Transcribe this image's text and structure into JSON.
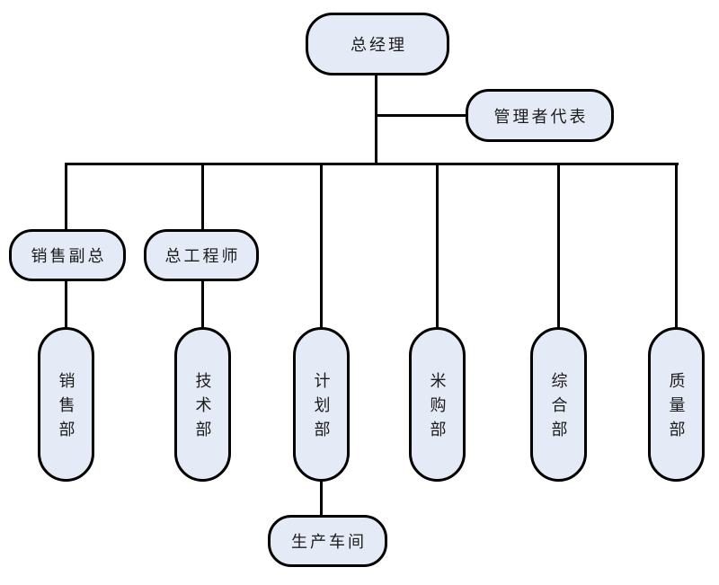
{
  "diagram": {
    "type": "org-chart",
    "nodes": {
      "ceo": {
        "label": "总经理"
      },
      "mgmt_rep": {
        "label": "管理者代表"
      },
      "sales_vp": {
        "label": "销售副总"
      },
      "chief_engineer": {
        "label": "总工程师"
      },
      "sales_dept": {
        "label": "销售部"
      },
      "tech_dept": {
        "label": "技术部"
      },
      "planning_dept": {
        "label": "计划部"
      },
      "purchasing_dept": {
        "label": "米购部"
      },
      "general_dept": {
        "label": "综合部"
      },
      "quality_dept": {
        "label": "质量部"
      },
      "production_workshop": {
        "label": "生产车间"
      }
    },
    "edges": [
      {
        "from": "ceo",
        "to": "mgmt_rep"
      },
      {
        "from": "ceo",
        "to": "sales_vp"
      },
      {
        "from": "ceo",
        "to": "chief_engineer"
      },
      {
        "from": "ceo",
        "to": "planning_dept"
      },
      {
        "from": "ceo",
        "to": "purchasing_dept"
      },
      {
        "from": "ceo",
        "to": "general_dept"
      },
      {
        "from": "ceo",
        "to": "quality_dept"
      },
      {
        "from": "sales_vp",
        "to": "sales_dept"
      },
      {
        "from": "chief_engineer",
        "to": "tech_dept"
      },
      {
        "from": "planning_dept",
        "to": "production_workshop"
      }
    ],
    "colors": {
      "node_fill": "#e4eaf6",
      "node_border": "#000000",
      "line": "#000000",
      "background": "#ffffff",
      "text": "#1c1c1c"
    }
  }
}
